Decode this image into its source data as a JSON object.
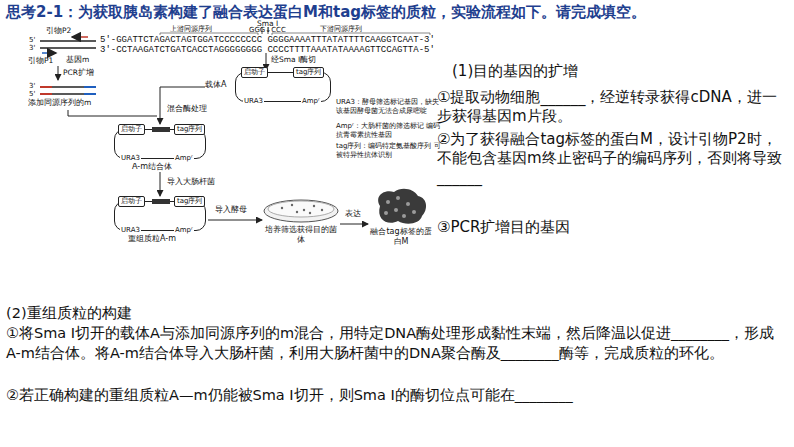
{
  "diagram": {
    "title": "思考2-1：为获取胰岛素构建了融合表达蛋白M和tag标签的质粒，实验流程如下。请完成填空。",
    "nodes": [
      {
        "text": [
          "载体A",
          "URA3",
          "Ampʳ"
        ]
      },
      {
        "text": [
          "启动子"
        ],
        "in": 0
      },
      {
        "text": [
          "tag序列"
        ],
        "in": 0
      },
      {
        "text": [
          "A-m结合体",
          "URA3",
          "Ampʳ"
        ]
      },
      {
        "text": [
          "启动子"
        ],
        "in": 3
      },
      {
        "text": [
          "tag序列"
        ],
        "in": 3
      },
      {
        "text": [
          "重组质粒A-m",
          "URA3",
          "Ampʳ"
        ]
      },
      {
        "text": [
          "启动子"
        ],
        "in": 6
      },
      {
        "text": [
          "tag序列"
        ],
        "in": 6
      },
      {
        "text": [
          "培养筛选获得目的菌体"
        ]
      },
      {
        "text": [
          "融合tag标签的蛋白M"
        ]
      }
    ],
    "edges": [
      {
        "from": 0,
        "to": 3,
        "arrow": "to",
        "label": "混合酶处理"
      },
      {
        "from": 3,
        "to": 6,
        "arrow": "to",
        "label": "导入大肠杆菌"
      },
      {
        "from": 6,
        "to": 9,
        "arrow": "to",
        "label": "导入酵母"
      },
      {
        "from": 9,
        "to": 10,
        "arrow": "to",
        "label": "表达"
      }
    ],
    "labels": [
      "Sma I",
      "上游同源序列",
      "GGG↓CCC",
      "下游同源序列",
      "5'-GGATTCTAGACTAGTGGATCCCCCCCC GGGGAAAATTTATATTTTCAAGGTCAAT-3'",
      "3'-CCTAAGATCTGATCACCTAGGGGGGGG CCCCTTTTAAATATAAAAGTTCCAGTTA-5'",
      "引物P2",
      "5'",
      "3'",
      "引物P1",
      "基因m",
      "PCR扩增",
      "3'",
      "5'",
      "添加同源序列的m",
      "经Sma I酶切",
      "URA3：酵母筛选标记基因，缺失该基因酵母菌无法合成尿嘧啶",
      "Ampʳ：大肠杆菌的筛选标记 编码抗青霉素抗性基因",
      "tag序列：编码特定氨基酸序列 可被特异性抗体识别",
      "(1)目的基因的扩增",
      "①提取动物细胞______，经逆转录获得cDNA，进一步获得基因m片段。",
      "②为了获得融合tag标签的蛋白M，设计引物P2时，不能包含基因m终止密码子的编码序列，否则将导致______",
      "③PCR扩增目的基因",
      "(2)重组质粒的构建",
      "①将Sma I切开的载体A与添加同源序列的m混合，用特定DNA酶处理形成黏性末端，然后降温以促进________，形成A-m结合体。将A-m结合体导入大肠杆菌，利用大肠杆菌中的DNA聚合酶及________酶等，完成质粒的环化。",
      "②若正确构建的重组质粒A—m仍能被Sma I切开，则Sma I的酶切位点可能在________"
    ]
  }
}
